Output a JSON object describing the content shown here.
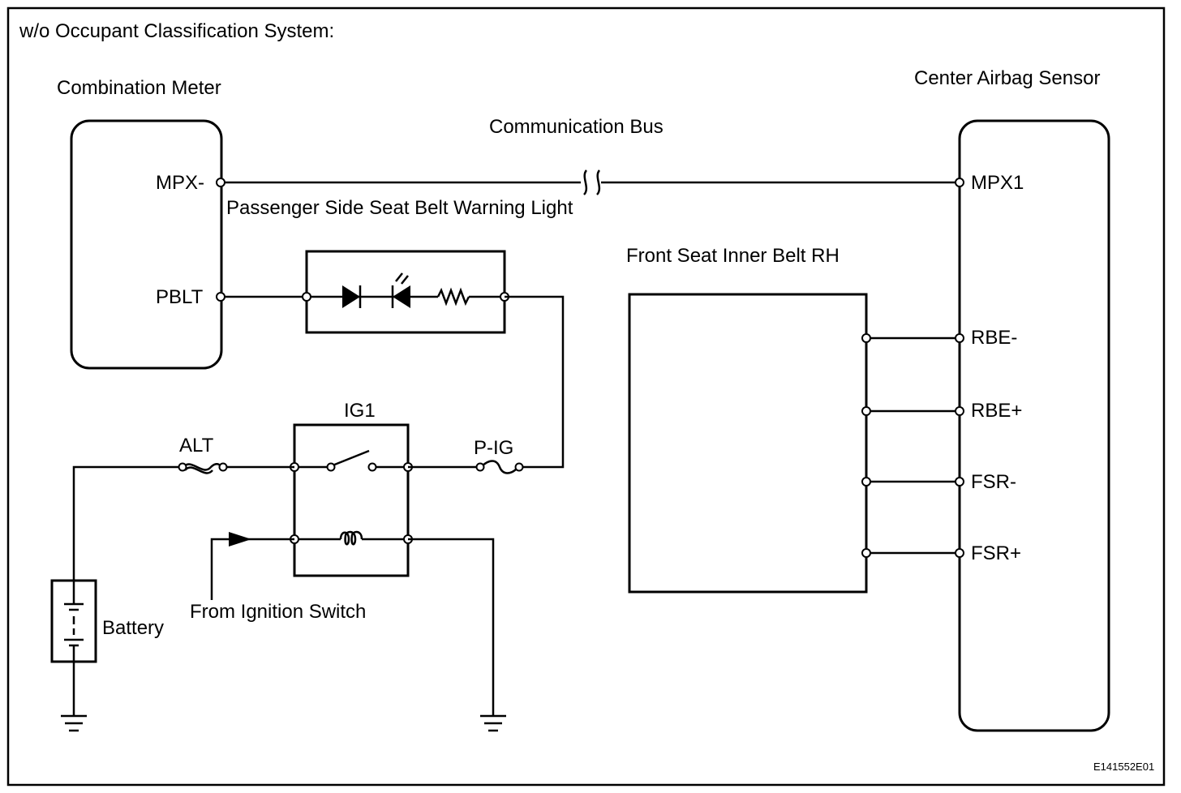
{
  "title": "w/o Occupant Classification System:",
  "components": {
    "combination_meter": {
      "label": "Combination Meter",
      "pins": {
        "mpx": "MPX-",
        "pblt": "PBLT"
      }
    },
    "center_airbag_sensor": {
      "label": "Center Airbag Sensor",
      "pins": {
        "mpx1": "MPX1",
        "rbe_minus": "RBE-",
        "rbe_plus": "RBE+",
        "fsr_minus": "FSR-",
        "fsr_plus": "FSR+"
      }
    },
    "communication_bus": {
      "label": "Communication Bus"
    },
    "warning_light": {
      "label": "Passenger Side Seat Belt Warning Light"
    },
    "front_seat_inner_belt": {
      "label": "Front Seat Inner Belt RH"
    },
    "relay": {
      "label": "IG1"
    },
    "fuse_alt": {
      "label": "ALT"
    },
    "fuse_pig": {
      "label": "P-IG"
    },
    "ignition_switch": {
      "label": "From Ignition Switch"
    },
    "battery": {
      "label": "Battery"
    }
  },
  "figure_id": "E141552E01"
}
